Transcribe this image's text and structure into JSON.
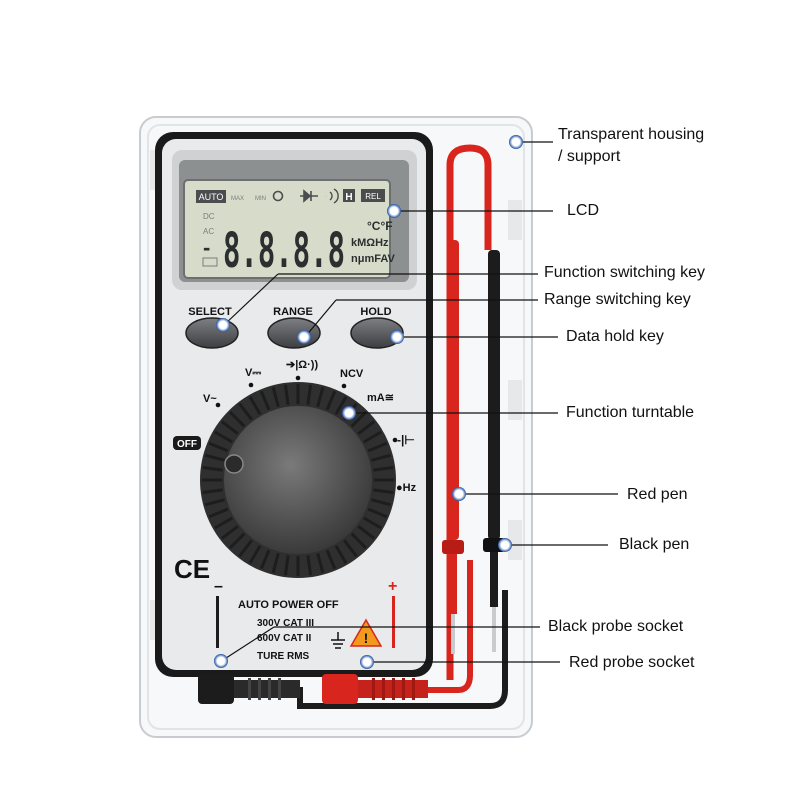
{
  "lcd": {
    "auto": "AUTO",
    "max": "MAX",
    "min": "MIN",
    "h_mark": "H",
    "rel": "REL",
    "dc": "DC",
    "ac": "AC",
    "minus": "-",
    "digits": "8.8.8.8",
    "unit_temp": "°C°F",
    "unit_ohm": "kMΩHz",
    "unit_misc": "nμmFAV"
  },
  "buttons": {
    "select": "SELECT",
    "range": "RANGE",
    "hold": "HOLD"
  },
  "dial": {
    "v_dc": "V⎓",
    "diode_ohm": "➔|Ω·))",
    "ncv": "NCV",
    "ma": "mA≅",
    "v_ac": "V~",
    "cap": "-|⊢",
    "hz": "●Hz",
    "off": "OFF"
  },
  "panel": {
    "ce": "CE",
    "minus": "–",
    "plus": "+",
    "auto_power_off": "AUTO POWER OFF",
    "cat3": "300V CAT III",
    "cat2": "600V CAT II",
    "true_rms": "TURE RMS"
  },
  "callouts": {
    "housing_1": "Transparent housing",
    "housing_2": "/ support",
    "lcd": "LCD",
    "function_key": "Function switching key",
    "range_key": "Range switching key",
    "hold_key": "Data hold key",
    "turntable": "Function turntable",
    "red_pen": "Red pen",
    "black_pen": "Black pen",
    "black_socket": "Black probe socket",
    "red_socket": "Red probe socket"
  },
  "colors": {
    "marker": "#1e4fa3",
    "body": "#ececec",
    "bezel": "#1a1a1a",
    "lcd": "#d6dcc9",
    "probe_red": "#d8261f",
    "probe_black": "#1c1c1c"
  }
}
